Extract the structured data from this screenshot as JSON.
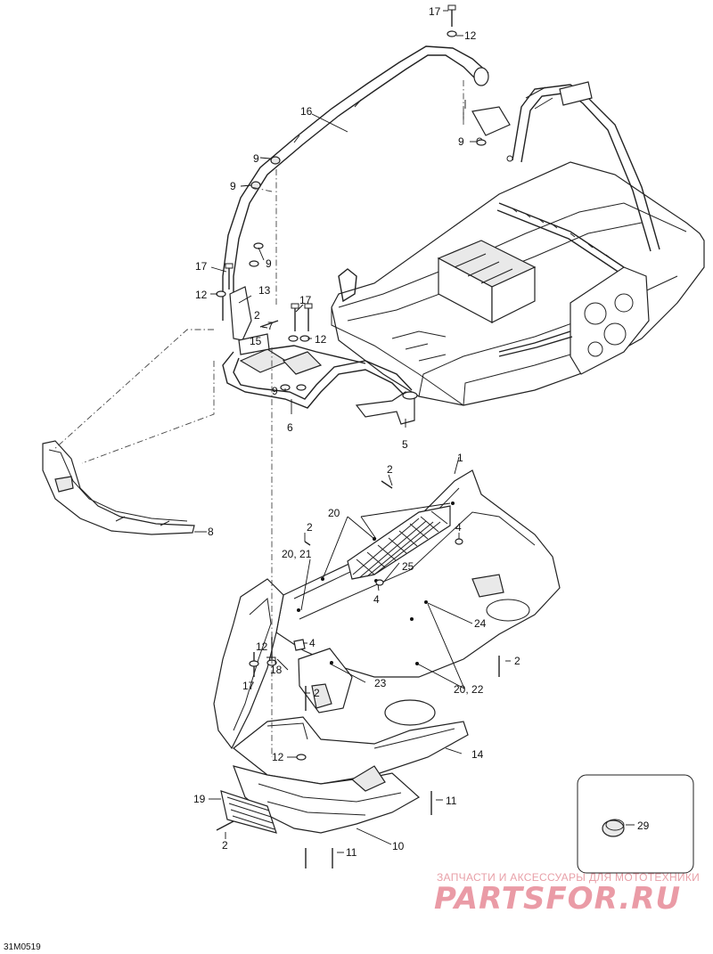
{
  "drawing_id": "31M0519",
  "callouts": {
    "c1": "1",
    "c2a": "2",
    "c2b": "2",
    "c2c": "2",
    "c2d": "2",
    "c2e": "2",
    "c2f": "2",
    "c4a": "4",
    "c4b": "4",
    "c4c": "4",
    "c5": "5",
    "c6": "6",
    "c7": "7",
    "c8": "8",
    "c9a": "9",
    "c9b": "9",
    "c9c": "9",
    "c9d": "9",
    "c9e": "9",
    "c10": "10",
    "c11a": "11",
    "c11b": "11",
    "c12a": "12",
    "c12b": "12",
    "c12c": "12",
    "c12d": "12",
    "c12e": "12",
    "c13": "13",
    "c14": "14",
    "c15": "15",
    "c16": "16",
    "c17a": "17",
    "c17b": "17",
    "c17c": "17",
    "c17d": "17",
    "c18": "18",
    "c19": "19",
    "c20": "20",
    "c20_21": "20, 21",
    "c20_22": "20, 22",
    "c23": "23",
    "c24": "24",
    "c25": "25",
    "c29": "29"
  },
  "watermark": {
    "tagline": "ЗАПЧАСТИ И АКСЕССУАРЫ ДЛЯ МОТОТЕХНИКИ",
    "brand": "PARTSFOR.RU"
  }
}
